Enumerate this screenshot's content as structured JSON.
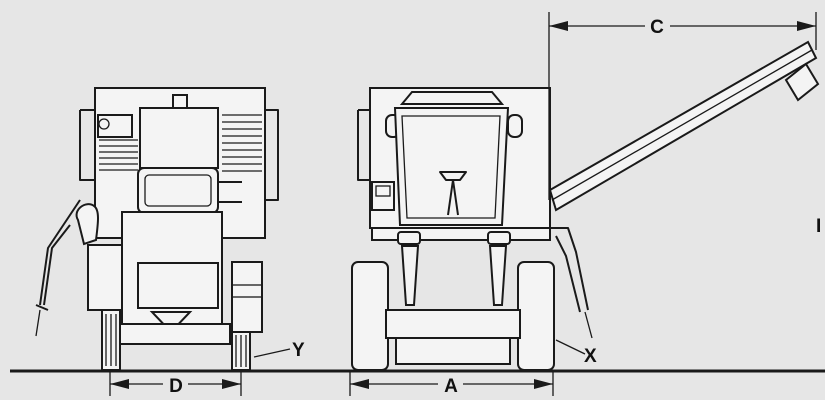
{
  "diagram": {
    "labels": {
      "dim_c": "C",
      "dim_d": "D",
      "dim_a": "A",
      "callout_y": "Y",
      "callout_x": "X",
      "edge_mark": "I"
    },
    "colors": {
      "background": "#e6e6e6",
      "line": "#1a1a1a",
      "body_fill": "#f4f4f4"
    }
  }
}
